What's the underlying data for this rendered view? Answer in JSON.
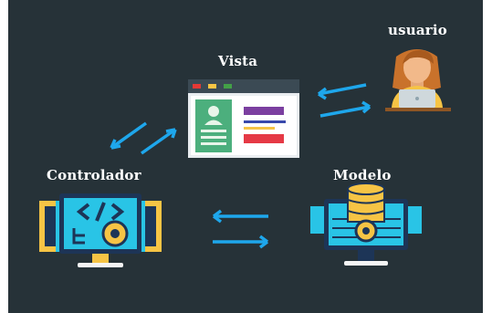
{
  "diagram": {
    "labels": {
      "usuario": "usuario",
      "vista": "Vista",
      "controlador": "Controlador",
      "modelo": "Modelo"
    },
    "colors": {
      "background": "#263238",
      "arrow": "#1ea7ec",
      "accent_cyan": "#29c4e6",
      "accent_gold": "#f6c445",
      "dark_navy": "#1d3557"
    },
    "icons": {
      "usuario": "person-laptop-icon",
      "vista": "webpage-window-icon",
      "controlador": "code-monitor-gear-icon",
      "modelo": "database-monitor-gear-icon"
    }
  }
}
